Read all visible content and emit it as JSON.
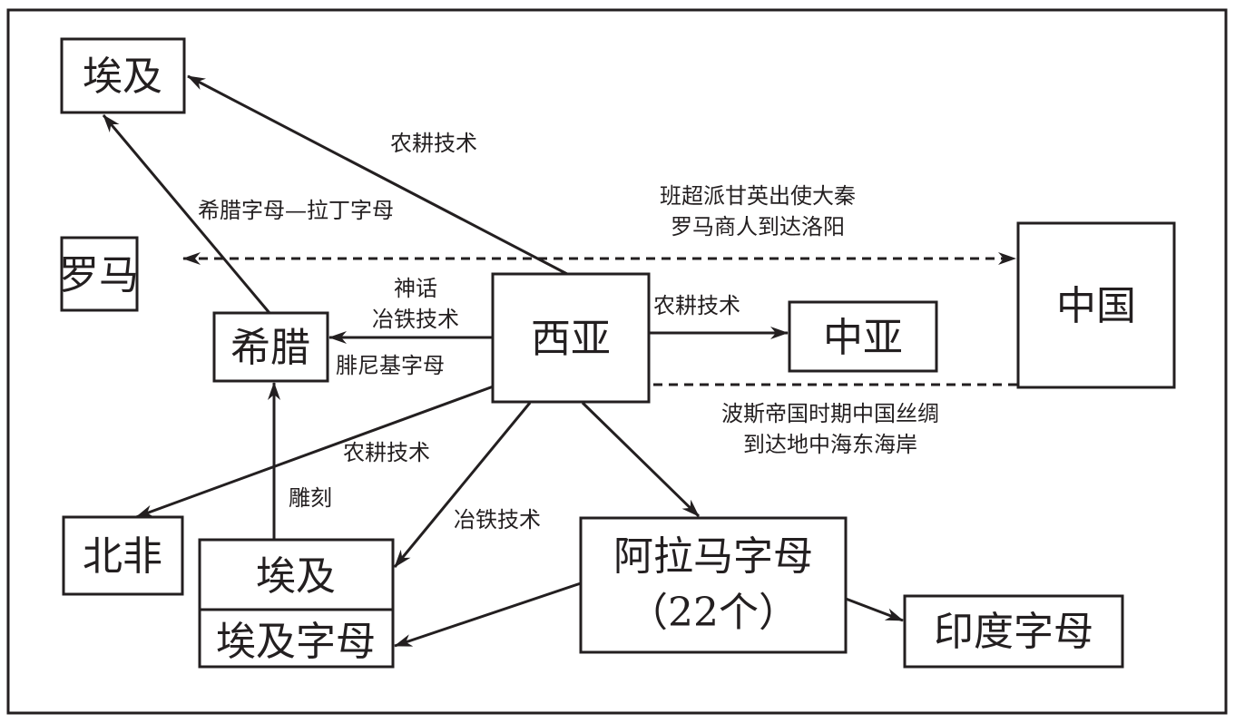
{
  "nodes": {
    "egypt_top": "埃及",
    "rome": "罗马",
    "greece": "希腊",
    "west_asia": "西亚",
    "central_asia": "中亚",
    "china": "中国",
    "north_africa": "北非",
    "egypt_bottom": "埃及",
    "egypt_alphabet": "埃及字母",
    "aramaic_line1": "阿拉马字母",
    "aramaic_line2": "（22个）",
    "indian_alphabet": "印度字母"
  },
  "edge_labels": {
    "wa_to_egypt": "农耕技术",
    "greece_to_egypt": "希腊字母—拉丁字母",
    "rome_china_1": "班超派甘英出使大秦",
    "rome_china_2": "罗马商人到达洛阳",
    "wa_to_greece_1": "神话",
    "wa_to_greece_2": "冶铁技术",
    "wa_to_greece_3": "腓尼基字母",
    "wa_to_central_asia": "农耕技术",
    "china_to_wa_1": "波斯帝国时期中国丝绸",
    "china_to_wa_2": "到达地中海东海岸",
    "wa_to_north_africa": "农耕技术",
    "egypt_to_greece": "雕刻",
    "wa_to_egypt_bottom": "冶铁技术"
  }
}
